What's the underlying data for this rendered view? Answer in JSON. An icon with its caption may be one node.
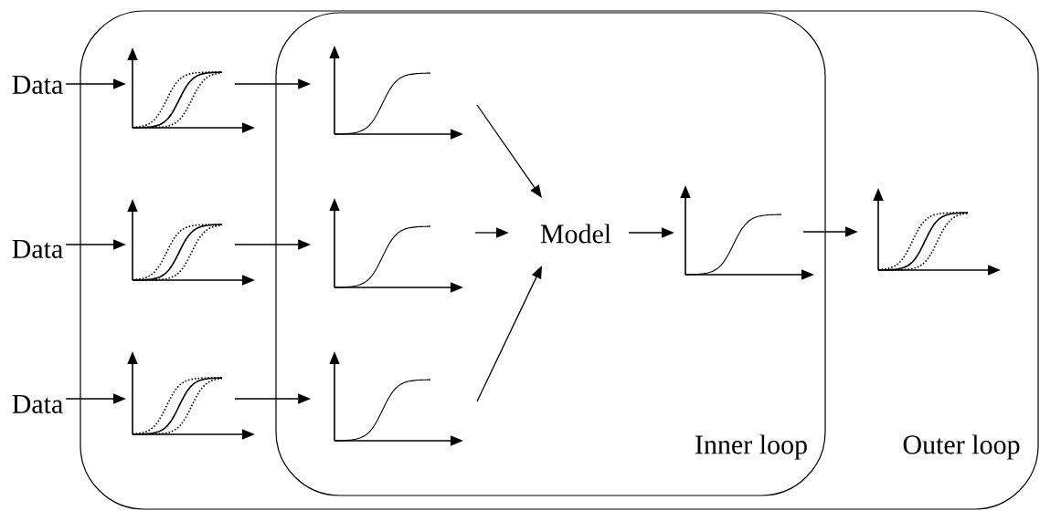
{
  "diagram": {
    "nodes": [
      {
        "text": [
          "Outer loop"
        ]
      },
      {
        "text": [
          "Inner loop"
        ],
        "in": 0
      },
      {
        "text": [
          "Data"
        ]
      },
      {
        "text": [
          "Data"
        ]
      },
      {
        "text": [
          "Data"
        ]
      },
      {
        "text": [],
        "shape": "picture",
        "in": 0
      },
      {
        "text": [],
        "shape": "picture",
        "in": 0
      },
      {
        "text": [],
        "shape": "picture",
        "in": 0
      },
      {
        "text": [],
        "shape": "picture",
        "in": 1
      },
      {
        "text": [],
        "shape": "picture",
        "in": 1
      },
      {
        "text": [],
        "shape": "picture",
        "in": 1
      },
      {
        "text": [
          "Model"
        ],
        "in": 1
      },
      {
        "text": [],
        "shape": "picture",
        "in": 1
      },
      {
        "text": [],
        "shape": "picture",
        "in": 0
      }
    ],
    "edges": [
      {
        "from": 2,
        "to": 5,
        "arrow": "to"
      },
      {
        "from": 3,
        "to": 6,
        "arrow": "to"
      },
      {
        "from": 4,
        "to": 7,
        "arrow": "to"
      },
      {
        "from": 5,
        "to": 8,
        "arrow": "to"
      },
      {
        "from": 6,
        "to": 9,
        "arrow": "to"
      },
      {
        "from": 7,
        "to": 10,
        "arrow": "to"
      },
      {
        "from": 8,
        "to": 11,
        "arrow": "to"
      },
      {
        "from": 9,
        "to": 11,
        "arrow": "to"
      },
      {
        "from": 10,
        "to": 11,
        "arrow": "to"
      },
      {
        "from": 11,
        "to": 12,
        "arrow": "to"
      },
      {
        "from": 12,
        "to": 13,
        "arrow": "to"
      }
    ]
  }
}
